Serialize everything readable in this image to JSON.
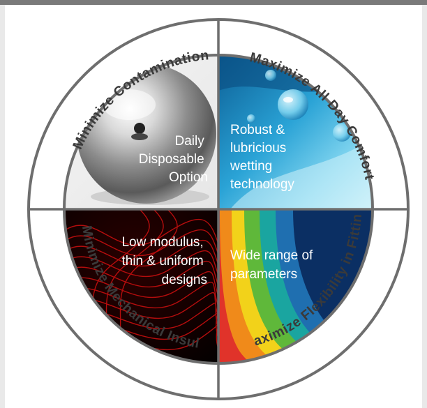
{
  "ring_labels": {
    "top_left": "Minimize Contamination",
    "top_right": "Maximize All Day Comfort",
    "bottom_right": "Maximize Flexibility in Fitting",
    "bottom_left": "Minimize Mechanical Insult"
  },
  "quadrants": {
    "top_left": {
      "lines": [
        "Daily",
        "Disposable",
        "Option"
      ],
      "icon": "chrome-sphere"
    },
    "top_right": {
      "lines": [
        "Robust &",
        "lubricious",
        "wetting",
        "technology"
      ],
      "icon": "water-drops"
    },
    "bottom_left": {
      "lines": [
        "Low modulus,",
        "thin & uniform",
        "designs"
      ],
      "icon": "red-wave-lines"
    },
    "bottom_right": {
      "lines": [
        "Wide range of",
        "parameters"
      ],
      "icon": "rainbow-bands"
    }
  },
  "colors": {
    "ring": "#6e6e6e",
    "ring_text": "#3a3a3a",
    "frame": "#7a7a7a"
  }
}
